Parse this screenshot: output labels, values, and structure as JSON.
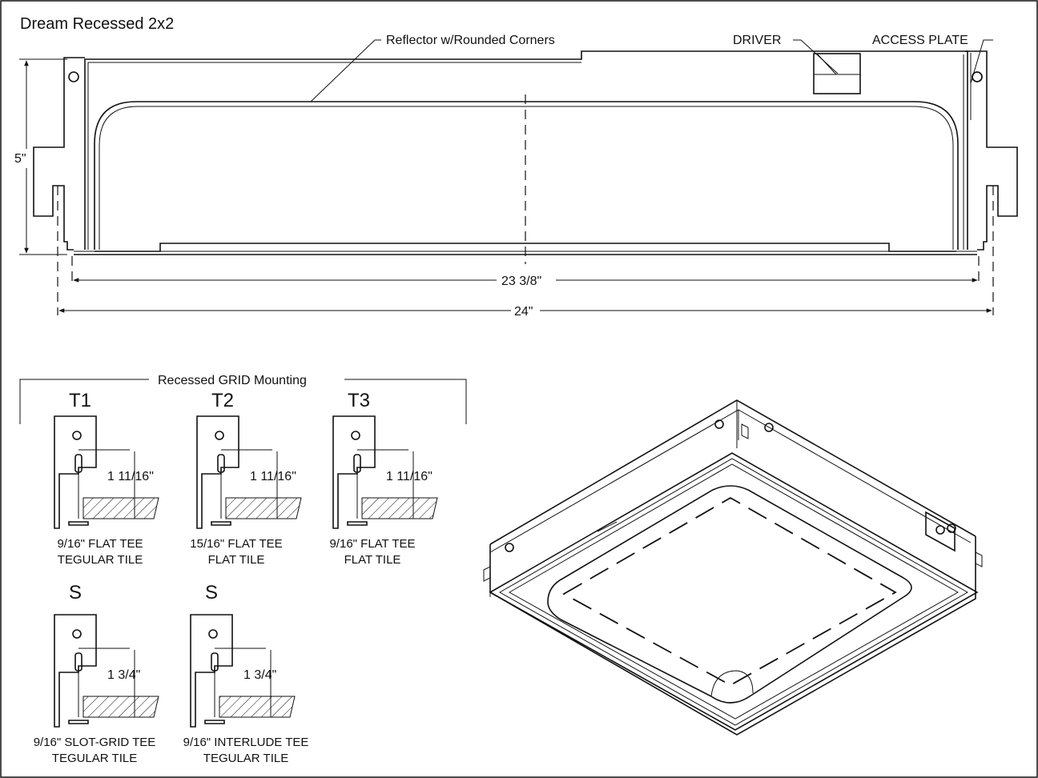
{
  "title": "Dream Recessed 2x2",
  "section_view": {
    "reflector_label": "Reflector w/Rounded Corners",
    "driver_label": "DRIVER",
    "access_plate_label": "ACCESS PLATE",
    "height_dim": "5\"",
    "inner_width_dim": "23 3/8\"",
    "outer_width_dim": "24\""
  },
  "mounting": {
    "header": "Recessed GRID Mounting",
    "details": [
      {
        "code": "T1",
        "dim": "1 11/16\"",
        "line1": "9/16\" FLAT TEE",
        "line2": "TEGULAR TILE"
      },
      {
        "code": "T2",
        "dim": "1 11/16\"",
        "line1": "15/16\" FLAT TEE",
        "line2": "FLAT TILE"
      },
      {
        "code": "T3",
        "dim": "1 11/16\"",
        "line1": "9/16\" FLAT TEE",
        "line2": "FLAT TILE"
      },
      {
        "code": "S",
        "dim": "1 3/4\"",
        "line1": "9/16\" SLOT-GRID TEE",
        "line2": "TEGULAR TILE"
      },
      {
        "code": "S",
        "dim": "1 3/4\"",
        "line1": "9/16\" INTERLUDE TEE",
        "line2": "TEGULAR TILE"
      }
    ]
  }
}
